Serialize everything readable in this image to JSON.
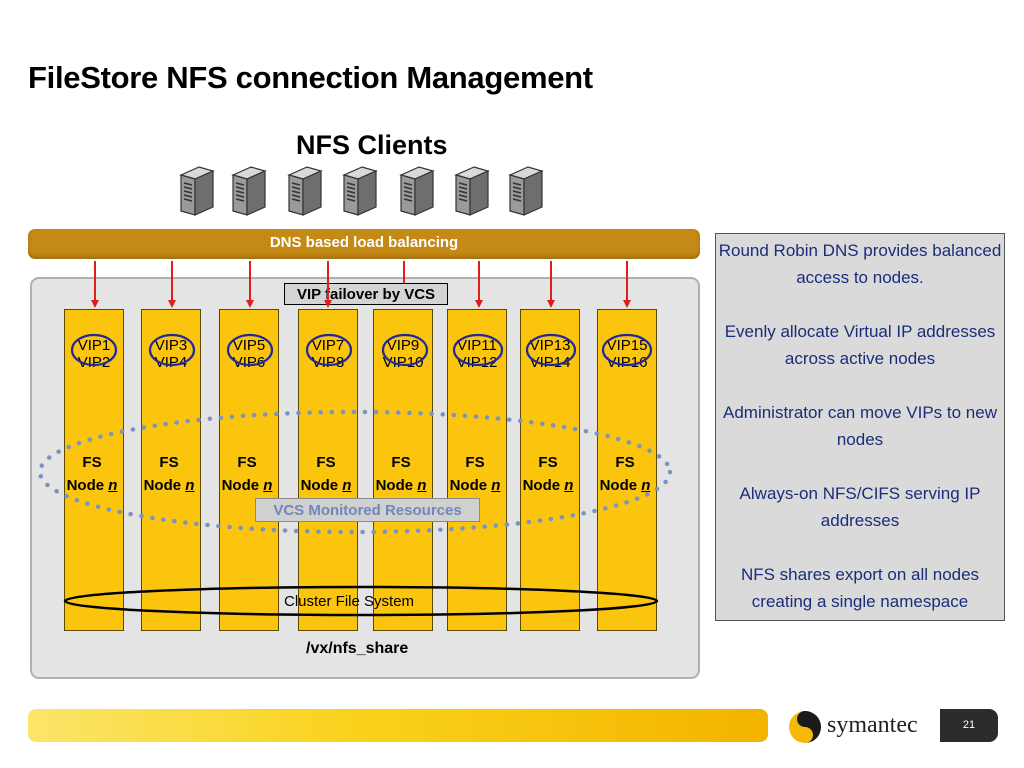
{
  "slide": {
    "title": "FileStore NFS connection Management",
    "clients_title": "NFS Clients",
    "dns_bar": "DNS based load balancing",
    "vip_failover": "VIP failover by VCS",
    "vcs_monitored": "VCS Monitored Resources",
    "cluster_fs": "Cluster File System",
    "share_path": "/vx/nfs_share",
    "page_number": "21"
  },
  "nodes": [
    {
      "vip_a": "VIP1",
      "vip_b": "VIP2",
      "fs": "FS",
      "node_word": "Node",
      "node_var": "n"
    },
    {
      "vip_a": "VIP3",
      "vip_b": "VIP4",
      "fs": "FS",
      "node_word": "Node",
      "node_var": "n"
    },
    {
      "vip_a": "VIP5",
      "vip_b": "VIP6",
      "fs": "FS",
      "node_word": "Node",
      "node_var": "n"
    },
    {
      "vip_a": "VIP7",
      "vip_b": "VIP8",
      "fs": "FS",
      "node_word": "Node",
      "node_var": "n"
    },
    {
      "vip_a": "VIP9",
      "vip_b": "VIP10",
      "fs": "FS",
      "node_word": "Node",
      "node_var": "n"
    },
    {
      "vip_a": "VIP11",
      "vip_b": "VIP12",
      "fs": "FS",
      "node_word": "Node",
      "node_var": "n"
    },
    {
      "vip_a": "VIP13",
      "vip_b": "VIP14",
      "fs": "FS",
      "node_word": "Node",
      "node_var": "n"
    },
    {
      "vip_a": "VIP15",
      "vip_b": "VIP16",
      "fs": "FS",
      "node_word": "Node",
      "node_var": "n"
    }
  ],
  "info_box": [
    "Round Robin DNS provides balanced access to nodes.",
    "Evenly allocate Virtual IP addresses across active nodes",
    "Administrator can move VIPs to new nodes",
    "Always-on NFS/CIFS serving IP addresses",
    "NFS shares export on all nodes creating a single namespace"
  ],
  "logo": {
    "text": "symantec",
    "icon": "symantec-logo-icon"
  },
  "icons": {
    "client": "server-icon"
  },
  "colors": {
    "dns_bar": "#c58a16",
    "node_fill": "#fbc50e",
    "arrow": "#e01e1e",
    "vip_ellipse": "#1f2a9a",
    "dotted_ring": "#7b93c0",
    "info_text": "#1a2d7a"
  }
}
